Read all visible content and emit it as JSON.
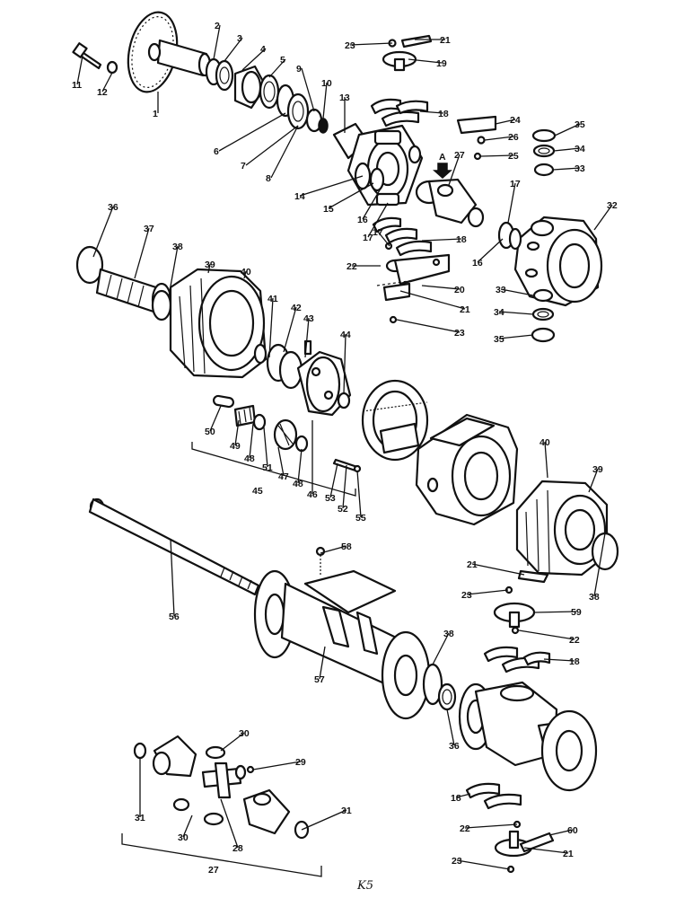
{
  "footer_code": "K5",
  "arrow_label": "A",
  "bracket_labels": [
    "45",
    "27"
  ],
  "callouts": [
    {
      "n": "1"
    },
    {
      "n": "2"
    },
    {
      "n": "3"
    },
    {
      "n": "4"
    },
    {
      "n": "5"
    },
    {
      "n": "6"
    },
    {
      "n": "7"
    },
    {
      "n": "8"
    },
    {
      "n": "9"
    },
    {
      "n": "10"
    },
    {
      "n": "11"
    },
    {
      "n": "12"
    },
    {
      "n": "13"
    },
    {
      "n": "14"
    },
    {
      "n": "15"
    },
    {
      "n": "16"
    },
    {
      "n": "17"
    },
    {
      "n": "18"
    },
    {
      "n": "19"
    },
    {
      "n": "21"
    },
    {
      "n": "23"
    },
    {
      "n": "24"
    },
    {
      "n": "26"
    },
    {
      "n": "25"
    },
    {
      "n": "27"
    },
    {
      "n": "35"
    },
    {
      "n": "34"
    },
    {
      "n": "33"
    },
    {
      "n": "17"
    },
    {
      "n": "32"
    },
    {
      "n": "16"
    },
    {
      "n": "17"
    },
    {
      "n": "18"
    },
    {
      "n": "22"
    },
    {
      "n": "20"
    },
    {
      "n": "21"
    },
    {
      "n": "23"
    },
    {
      "n": "33"
    },
    {
      "n": "34"
    },
    {
      "n": "35"
    },
    {
      "n": "36"
    },
    {
      "n": "37"
    },
    {
      "n": "38"
    },
    {
      "n": "39"
    },
    {
      "n": "40"
    },
    {
      "n": "41"
    },
    {
      "n": "42"
    },
    {
      "n": "43"
    },
    {
      "n": "44"
    },
    {
      "n": "50"
    },
    {
      "n": "49"
    },
    {
      "n": "48"
    },
    {
      "n": "51"
    },
    {
      "n": "47"
    },
    {
      "n": "48"
    },
    {
      "n": "46"
    },
    {
      "n": "53"
    },
    {
      "n": "52"
    },
    {
      "n": "55"
    },
    {
      "n": "40"
    },
    {
      "n": "39"
    },
    {
      "n": "38"
    },
    {
      "n": "56"
    },
    {
      "n": "58"
    },
    {
      "n": "57"
    },
    {
      "n": "21"
    },
    {
      "n": "23"
    },
    {
      "n": "59"
    },
    {
      "n": "22"
    },
    {
      "n": "38"
    },
    {
      "n": "18"
    },
    {
      "n": "36"
    },
    {
      "n": "30"
    },
    {
      "n": "29"
    },
    {
      "n": "31"
    },
    {
      "n": "31"
    },
    {
      "n": "30"
    },
    {
      "n": "28"
    },
    {
      "n": "18"
    },
    {
      "n": "22"
    },
    {
      "n": "60"
    },
    {
      "n": "21"
    },
    {
      "n": "23"
    }
  ]
}
